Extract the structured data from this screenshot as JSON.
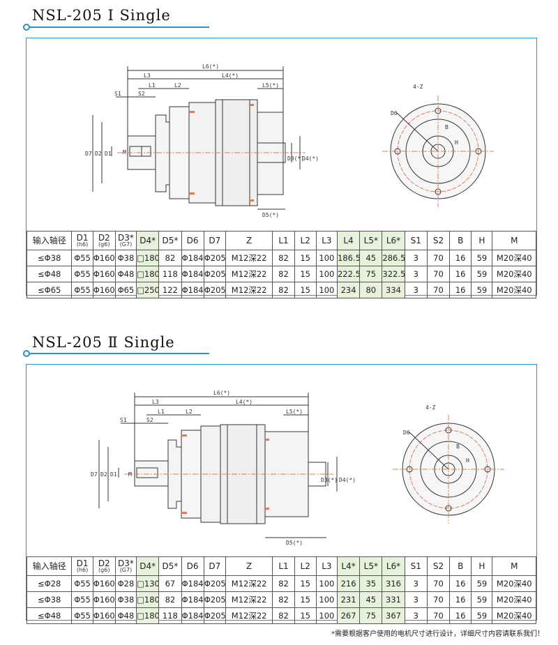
{
  "section1": {
    "title": "NSL-205 Ⅰ Single",
    "columns": [
      {
        "main": "输入轴径",
        "sub": ""
      },
      {
        "main": "D1",
        "sub": "(h6)"
      },
      {
        "main": "D2",
        "sub": "(g6)"
      },
      {
        "main": "D3*",
        "sub": "(G7)"
      },
      {
        "main": "D4*",
        "sub": ""
      },
      {
        "main": "D5*",
        "sub": ""
      },
      {
        "main": "D6",
        "sub": ""
      },
      {
        "main": "D7",
        "sub": ""
      },
      {
        "main": "Z",
        "sub": ""
      },
      {
        "main": "L1",
        "sub": ""
      },
      {
        "main": "L2",
        "sub": ""
      },
      {
        "main": "L3",
        "sub": ""
      },
      {
        "main": "L4",
        "sub": ""
      },
      {
        "main": "L5*",
        "sub": ""
      },
      {
        "main": "L6*",
        "sub": ""
      },
      {
        "main": "S1",
        "sub": ""
      },
      {
        "main": "S2",
        "sub": ""
      },
      {
        "main": "B",
        "sub": ""
      },
      {
        "main": "H",
        "sub": ""
      },
      {
        "main": "M",
        "sub": ""
      }
    ],
    "rows": [
      [
        "≤Φ38",
        "Φ55",
        "Φ160",
        "Φ38",
        "□180",
        "82",
        "Φ184",
        "Φ205",
        "M12深22",
        "82",
        "15",
        "100",
        "186.5",
        "45",
        "286.5",
        "3",
        "70",
        "16",
        "59",
        "M20深40"
      ],
      [
        "≤Φ48",
        "Φ55",
        "Φ160",
        "Φ48",
        "□180",
        "118",
        "Φ184",
        "Φ205",
        "M12深22",
        "82",
        "15",
        "100",
        "222.5",
        "75",
        "322.5",
        "3",
        "70",
        "16",
        "59",
        "M20深40"
      ],
      [
        "≤Φ65",
        "Φ55",
        "Φ160",
        "Φ65",
        "□250",
        "122",
        "Φ184",
        "Φ205",
        "M12深22",
        "82",
        "15",
        "100",
        "234",
        "80",
        "334",
        "3",
        "70",
        "16",
        "59",
        "M20深40"
      ]
    ]
  },
  "section2": {
    "title": "NSL-205 Ⅱ Single",
    "columns": [
      {
        "main": "输入轴径",
        "sub": ""
      },
      {
        "main": "D1",
        "sub": "(h6)"
      },
      {
        "main": "D2",
        "sub": "(g6)"
      },
      {
        "main": "D3*",
        "sub": "(G7)"
      },
      {
        "main": "D4*",
        "sub": ""
      },
      {
        "main": "D5*",
        "sub": ""
      },
      {
        "main": "D6",
        "sub": ""
      },
      {
        "main": "D7",
        "sub": ""
      },
      {
        "main": "Z",
        "sub": ""
      },
      {
        "main": "L1",
        "sub": ""
      },
      {
        "main": "L2",
        "sub": ""
      },
      {
        "main": "L3",
        "sub": ""
      },
      {
        "main": "L4*",
        "sub": ""
      },
      {
        "main": "L5*",
        "sub": ""
      },
      {
        "main": "L6*",
        "sub": ""
      },
      {
        "main": "S1",
        "sub": ""
      },
      {
        "main": "S2",
        "sub": ""
      },
      {
        "main": "B",
        "sub": ""
      },
      {
        "main": "H",
        "sub": ""
      },
      {
        "main": "M",
        "sub": ""
      }
    ],
    "rows": [
      [
        "≤Φ28",
        "Φ55",
        "Φ160",
        "Φ28",
        "□130",
        "67",
        "Φ184",
        "Φ205",
        "M12深22",
        "82",
        "15",
        "100",
        "216",
        "35",
        "316",
        "3",
        "70",
        "16",
        "59",
        "M20深40"
      ],
      [
        "≤Φ38",
        "Φ55",
        "Φ160",
        "Φ38",
        "□180",
        "82",
        "Φ184",
        "Φ205",
        "M12深22",
        "82",
        "15",
        "100",
        "231",
        "45",
        "331",
        "3",
        "70",
        "16",
        "59",
        "M20深40"
      ],
      [
        "≤Φ48",
        "Φ55",
        "Φ160",
        "Φ48",
        "□180",
        "118",
        "Φ184",
        "Φ205",
        "M12深22",
        "82",
        "15",
        "100",
        "267",
        "75",
        "367",
        "3",
        "70",
        "16",
        "59",
        "M20深40"
      ]
    ]
  },
  "dim_labels": {
    "L1": "L1",
    "L2": "L2",
    "L3": "L3",
    "L4": "L4(*)",
    "L5": "L5(*)",
    "L6": "L6(*)",
    "S1": "S1",
    "S2": "S2",
    "D1": "D1",
    "D2": "D2",
    "D3": "D3(*)",
    "D4": "D4(*)",
    "D5": "D5(*)",
    "D6": "D6",
    "D7": "D7",
    "M": "M",
    "B": "B",
    "H": "H",
    "Z": "4-Z"
  },
  "footnote": "*需要根据客户使用的电机尺寸进行设计，详细尺寸内容请联系我们！",
  "colors": {
    "accent": "#2a8fd6",
    "highlight": "#e6f2dc",
    "center_line": "#e07a5a"
  }
}
